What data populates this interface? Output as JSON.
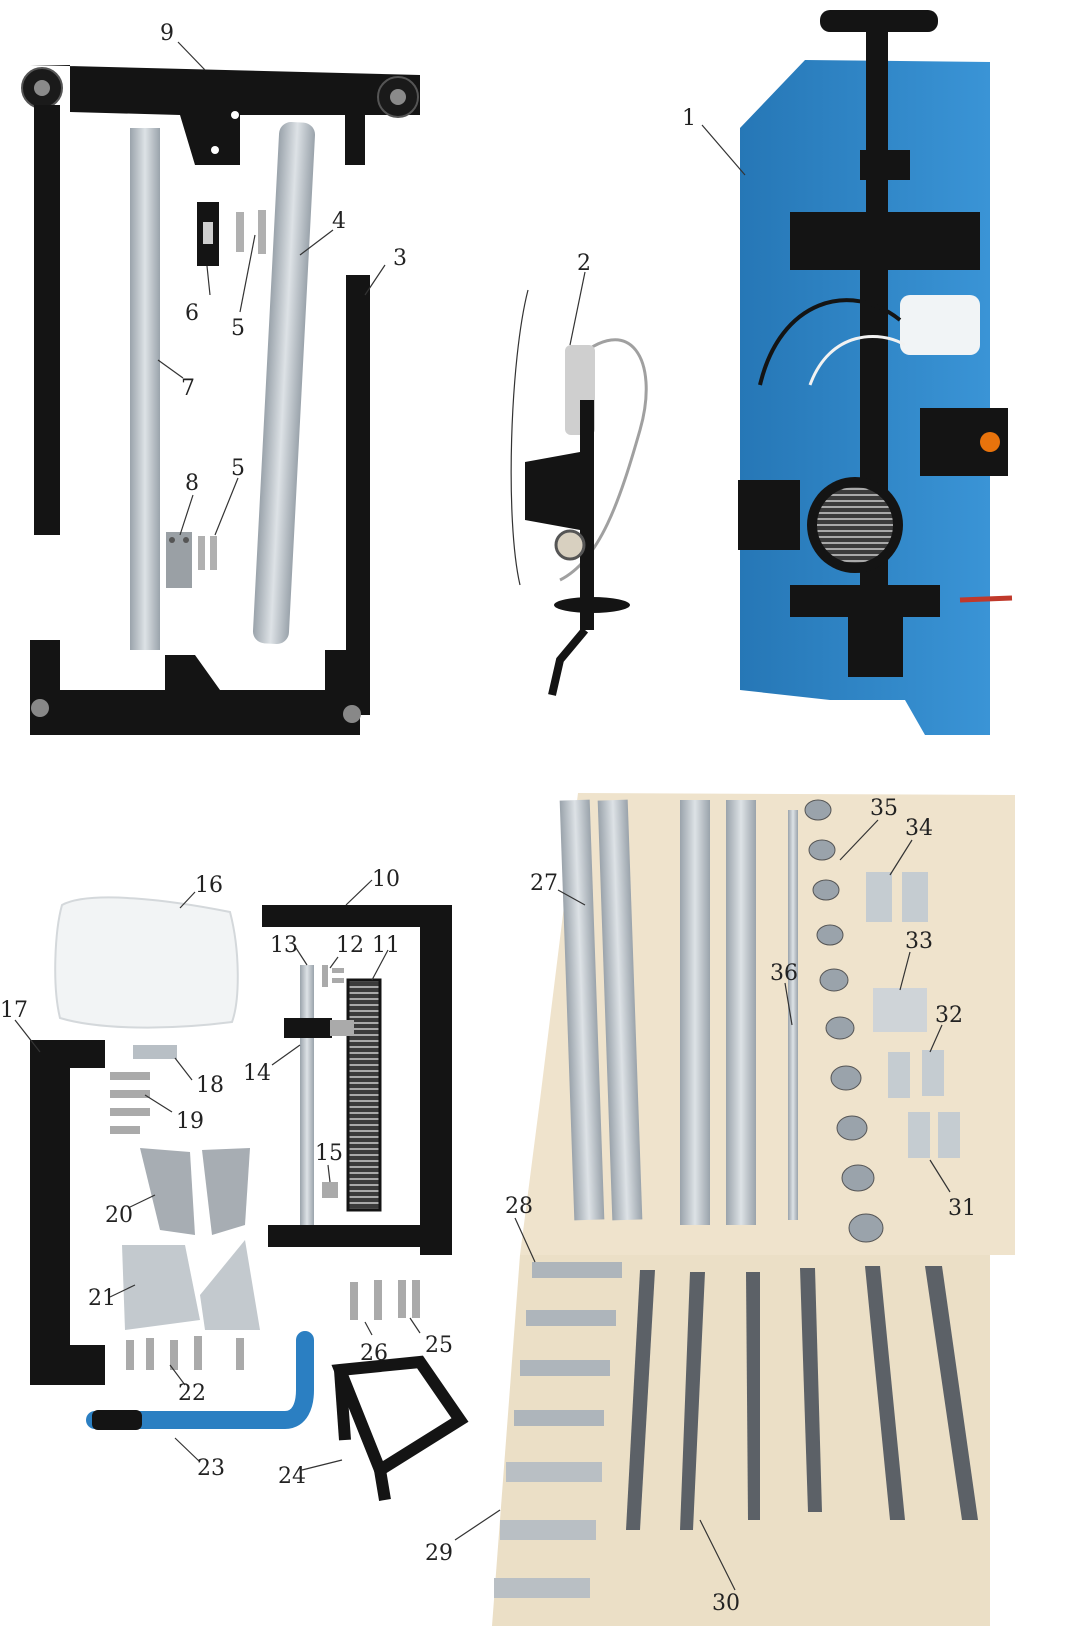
{
  "title": "",
  "callouts": [
    {
      "id": "1",
      "label": "1"
    },
    {
      "id": "2",
      "label": "2"
    },
    {
      "id": "3",
      "label": "3"
    },
    {
      "id": "4",
      "label": "4"
    },
    {
      "id": "5a",
      "label": "5"
    },
    {
      "id": "5b",
      "label": "5"
    },
    {
      "id": "6",
      "label": "6"
    },
    {
      "id": "7",
      "label": "7"
    },
    {
      "id": "8",
      "label": "8"
    },
    {
      "id": "9",
      "label": "9"
    },
    {
      "id": "10",
      "label": "10"
    },
    {
      "id": "11",
      "label": "11"
    },
    {
      "id": "12",
      "label": "12"
    },
    {
      "id": "13",
      "label": "13"
    },
    {
      "id": "14",
      "label": "14"
    },
    {
      "id": "15",
      "label": "15"
    },
    {
      "id": "16",
      "label": "16"
    },
    {
      "id": "17",
      "label": "17"
    },
    {
      "id": "18",
      "label": "18"
    },
    {
      "id": "19",
      "label": "19"
    },
    {
      "id": "20",
      "label": "20"
    },
    {
      "id": "21",
      "label": "21"
    },
    {
      "id": "22",
      "label": "22"
    },
    {
      "id": "23",
      "label": "23"
    },
    {
      "id": "24",
      "label": "24"
    },
    {
      "id": "25",
      "label": "25"
    },
    {
      "id": "26",
      "label": "26"
    },
    {
      "id": "27",
      "label": "27"
    },
    {
      "id": "28",
      "label": "28"
    },
    {
      "id": "29",
      "label": "29"
    },
    {
      "id": "30",
      "label": "30"
    },
    {
      "id": "31",
      "label": "31"
    },
    {
      "id": "32",
      "label": "32"
    },
    {
      "id": "33",
      "label": "33"
    },
    {
      "id": "34",
      "label": "34"
    },
    {
      "id": "35",
      "label": "35"
    },
    {
      "id": "36",
      "label": "36"
    }
  ],
  "colors": {
    "black_parts": "#141414",
    "blue_body": "#2f86c8",
    "galvanized": "#b9c0c6",
    "wood_board": "#efe3cc",
    "handle_blue": "#2b7fc2"
  }
}
